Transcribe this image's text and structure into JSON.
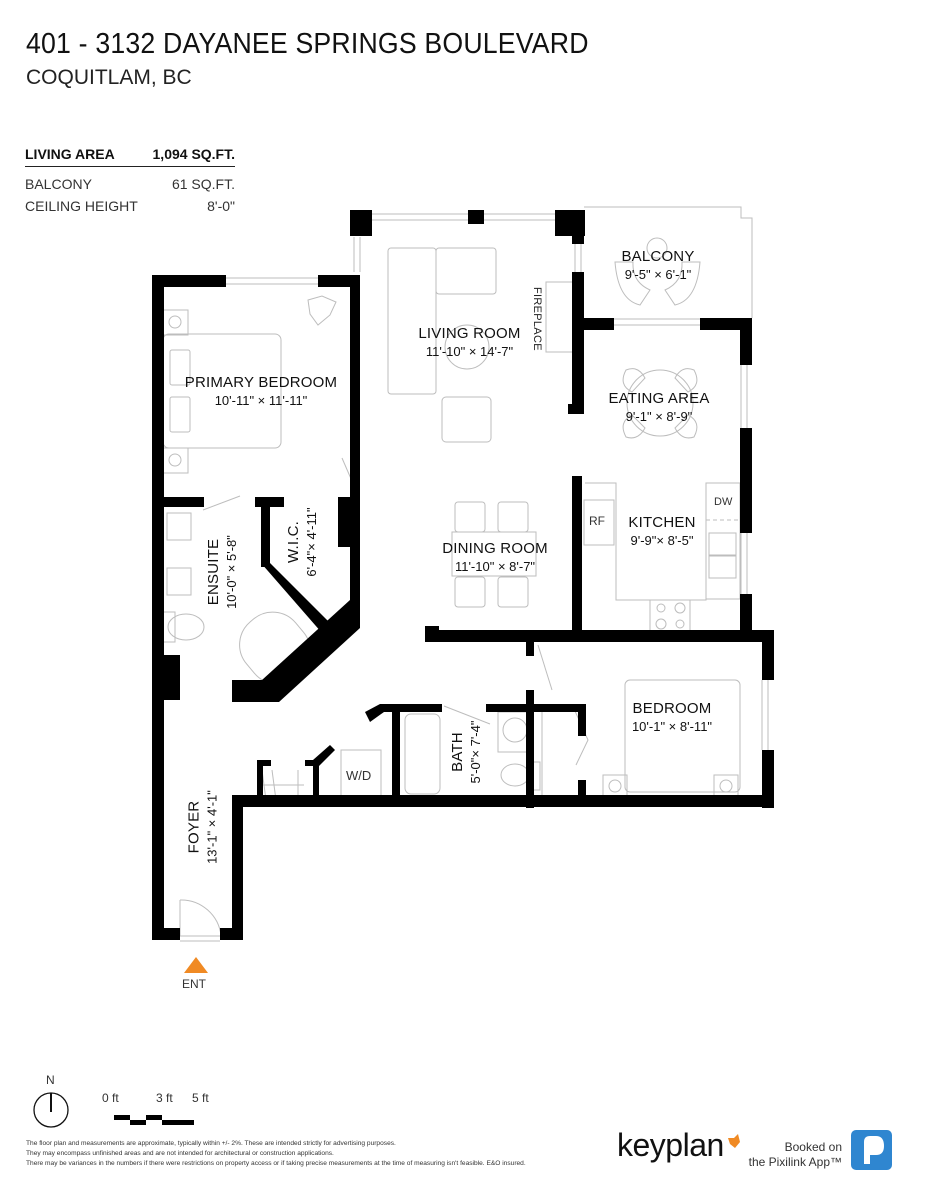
{
  "header": {
    "title": "401 - 3132 DAYANEE SPRINGS BOULEVARD",
    "subtitle": "COQUITLAM, BC"
  },
  "stats": {
    "living_area": {
      "label": "LIVING AREA",
      "value": "1,094 SQ.FT."
    },
    "balcony": {
      "label": "BALCONY",
      "value": "61 SQ.FT."
    },
    "ceiling_height": {
      "label": "CEILING HEIGHT",
      "value": "8'-0\""
    }
  },
  "rooms": {
    "balcony": {
      "name": "BALCONY",
      "dims": "9'-5\"  ×  6'-1\""
    },
    "living_room": {
      "name": "LIVING ROOM",
      "dims": "11'-10\"  ×  14'-7\""
    },
    "primary_bedroom": {
      "name": "PRIMARY BEDROOM",
      "dims": "10'-11\"  ×  11'-11\""
    },
    "eating_area": {
      "name": "EATING AREA",
      "dims": "9'-1\"  ×  8'-9\""
    },
    "kitchen": {
      "name": "KITCHEN",
      "dims": "9'-9\"× 8'-5\""
    },
    "dining_room": {
      "name": "DINING ROOM",
      "dims": "11'-10\"  ×  8'-7\""
    },
    "ensuite": {
      "name": "ENSUITE",
      "dims": "10'-0\"  ×  5'-8\""
    },
    "wic": {
      "name": "W.I.C.",
      "dims": "6'-4\"× 4'-11\""
    },
    "bedroom": {
      "name": "BEDROOM",
      "dims": "10'-1\"  ×  8'-11\""
    },
    "bath": {
      "name": "BATH",
      "dims": "5'-0\"× 7'-4\""
    },
    "foyer": {
      "name": "FOYER",
      "dims": "13'-1\"  ×  4'-1\""
    }
  },
  "fixtures": {
    "fireplace": "FIREPLACE",
    "refrigerator": "RF",
    "dishwasher": "DW",
    "washer_dryer": "W/D"
  },
  "entrance": {
    "label": "ENT",
    "color": "#f08a24"
  },
  "legend": {
    "north": "N",
    "scale": [
      "0 ft",
      "3 ft",
      "5 ft"
    ]
  },
  "disclaimer": [
    "The floor plan and measurements are approximate, typically within +/- 2%. These are intended strictly for advertising purposes.",
    "They may encompass unfinished areas and are not intended for architectural or construction applications.",
    "There may be variances in the numbers if there were restrictions on property access or if taking precise measurements at the time of measuring isn't feasible. E&O insured."
  ],
  "branding": {
    "logo": "keyplan",
    "logo_accent": "#f08a24",
    "booked_line1": "Booked on",
    "booked_line2": "the Pixilink App™",
    "app_icon_color": "#2f86d0"
  }
}
